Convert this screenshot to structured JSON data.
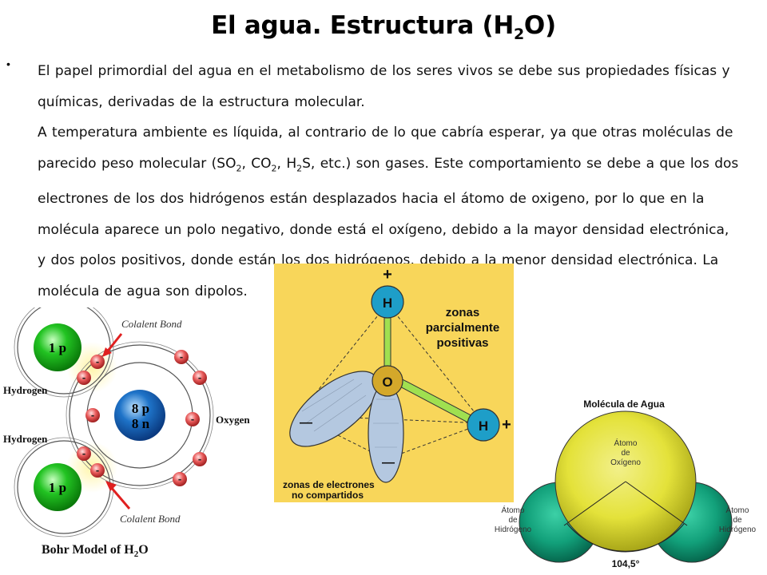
{
  "title": {
    "main": "El agua. Estructura (H",
    "sub": "2",
    "end": "O)"
  },
  "bullet": "•",
  "paragraph1": "El papel primordial del agua en el metabolismo de los seres vivos se debe sus propiedades físicas y químicas, derivadas de la estructura molecular.",
  "paragraph2": {
    "p1": "A temperatura ambiente es líquida, al contrario de lo que cabría esperar,  ya que otras moléculas de parecido peso molecular (SO",
    "s1": "2",
    "p2": ", CO",
    "s2": "2",
    "p3": ", H",
    "s3": "2",
    "p4": "S, etc.) son gases. Este comportamiento se debe a que los dos electrones de los dos hidrógenos están desplazados hacia el átomo de oxigeno, por lo que en la molécula aparece un polo negativo, donde está el oxígeno, debido a la mayor densidad electrónica, y dos polos positivos, donde están los dos hidrógenos, debido a la menor densidad electrónica. La molécula de agua son dipolos."
  },
  "bohr": {
    "covalent_top": "Colalent Bond",
    "covalent_bottom": "Colalent Bond",
    "hydrogen_top": "Hydrogen",
    "hydrogen_bottom": "Hydrogen",
    "oxygen_label": "Oxygen",
    "h_nucleus": "1 p",
    "o_nucleus_p": "8 p",
    "o_nucleus_n": "8 n",
    "electron": "-",
    "caption": "Bohr Model of H",
    "caption_sub": "2",
    "caption_end": "O",
    "colors": {
      "h_nucleus": "#22c322",
      "o_nucleus": "#1e73c8",
      "electron": "#e85a5a",
      "arrow": "#e02020"
    }
  },
  "tetra": {
    "plus_top": "+",
    "plus_right": "+",
    "h_top": "H",
    "h_right": "H",
    "o_center": "O",
    "zone_positive_1": "zonas",
    "zone_positive_2": "parcialmente",
    "zone_positive_3": "positivas",
    "minus_left": "—",
    "minus_bottom": "—",
    "zone_electrons_1": "zonas de electrones",
    "zone_electrons_2": "no compartidos",
    "colors": {
      "background": "#f8d65a",
      "h_atom": "#1e9ec8",
      "o_atom": "#d4a82a",
      "lobe": "#b4c8e0",
      "bond": "#a0e050"
    }
  },
  "molecule": {
    "title": "Molécula de Agua",
    "oxygen_1": "Átomo",
    "oxygen_2": "de",
    "oxygen_3": "Oxígeno",
    "h_left_1": "Átomo",
    "h_left_2": "de",
    "h_left_3": "Hidrógeno",
    "h_right_1": "Átomo",
    "h_right_2": "de",
    "h_right_3": "Hidrógeno",
    "angle": "104,5°",
    "colors": {
      "oxygen": "#e4e23a",
      "hydrogen": "#12a07a"
    }
  }
}
